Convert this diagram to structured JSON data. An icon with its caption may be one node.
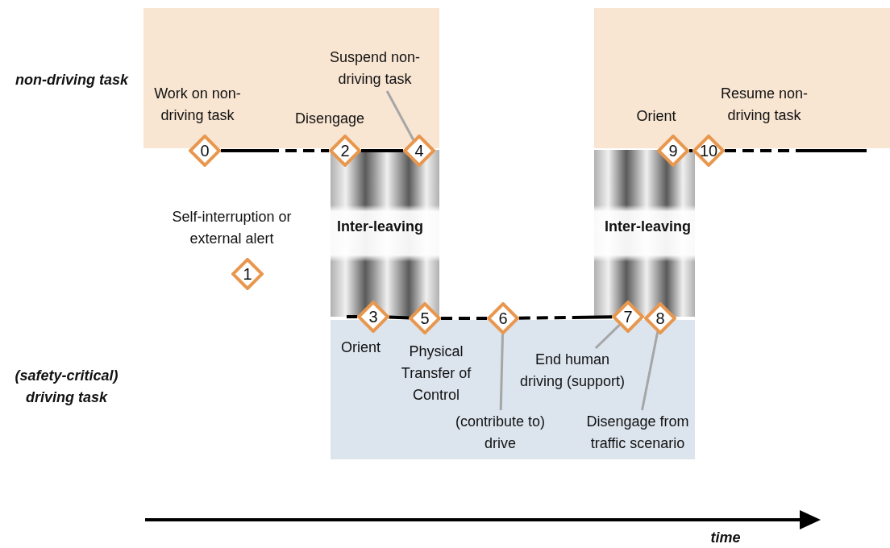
{
  "diagram": {
    "nodes": [
      {
        "text": [
          "0"
        ]
      },
      {
        "text": [
          "1"
        ],
        "beside": [
          "Self-interruption or external alert"
        ]
      },
      {
        "text": [
          "2"
        ]
      },
      {
        "text": [
          "3"
        ]
      },
      {
        "text": [
          "4"
        ]
      },
      {
        "text": [
          "5"
        ]
      },
      {
        "text": [
          "6"
        ]
      },
      {
        "text": [
          "7"
        ]
      },
      {
        "text": [
          "8"
        ]
      },
      {
        "text": [
          "9"
        ]
      },
      {
        "text": [
          "10"
        ]
      },
      {
        "text": [
          "Suspend non-driving task"
        ],
        "in": 15
      },
      {
        "text": [
          "(contribute to) drive"
        ],
        "in": 17
      },
      {
        "text": [
          "End human driving (support)"
        ],
        "in": 17
      },
      {
        "text": [
          "Disengage from traffic scenario"
        ],
        "in": 17
      },
      {
        "text": [],
        "shape": "box"
      },
      {
        "text": [],
        "shape": "box"
      },
      {
        "text": [],
        "shape": "box"
      }
    ],
    "edges": [
      {
        "from": 0,
        "to": 2,
        "arrow": "none",
        "style": "dashed"
      },
      {
        "from": 2,
        "to": 4,
        "arrow": "none"
      },
      {
        "from": 17,
        "to": 3,
        "arrow": "none"
      },
      {
        "from": 3,
        "to": 5,
        "arrow": "none"
      },
      {
        "from": 5,
        "to": 6,
        "arrow": "none",
        "style": "dashed"
      },
      {
        "from": 6,
        "to": 7,
        "arrow": "none",
        "style": "dashed"
      },
      {
        "from": 9,
        "to": 10,
        "arrow": "none"
      },
      {
        "from": 10,
        "to": 16,
        "arrow": "none",
        "style": "dashed"
      },
      {
        "from": 11,
        "to": 4,
        "arrow": "none",
        "color": "#a6a6a6"
      },
      {
        "from": 12,
        "to": 6,
        "arrow": "none",
        "color": "#a6a6a6"
      },
      {
        "from": 13,
        "to": 7,
        "arrow": "none",
        "color": "#a6a6a6"
      },
      {
        "from": 14,
        "to": 8,
        "arrow": "none",
        "color": "#a6a6a6"
      }
    ],
    "labels": [
      "non-driving task",
      "Work on non-driving task",
      "Disengage",
      "Orient",
      "Resume non-driving task",
      "Inter-leaving",
      "Inter-leaving",
      "Orient",
      "Physical Transfer of Control",
      "(safety-critical) driving task",
      "time"
    ]
  }
}
